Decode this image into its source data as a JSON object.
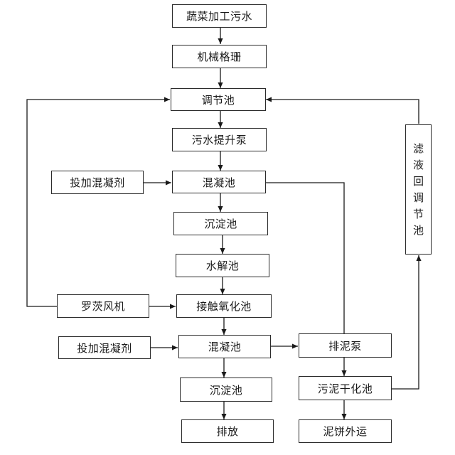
{
  "nodes": {
    "wastewater": "蔬菜加工污水",
    "screen": "机械格珊",
    "equalization": "调节池",
    "lift_pump": "污水提升泵",
    "coag1": "混凝池",
    "sed1": "沉淀池",
    "hydrolysis": "水解池",
    "contact_ox": "接触氧化池",
    "coag2": "混凝池",
    "sed2": "沉淀池",
    "discharge": "排放",
    "dosing1": "投加混凝剂",
    "blower": "罗茨风机",
    "dosing2": "投加混凝剂",
    "sludge_pump": "排泥泵",
    "sludge_dry": "污泥干化池",
    "cake_out": "泥饼外运",
    "filtrate_return": [
      "滤",
      "液",
      "回",
      "调",
      "节",
      "池"
    ]
  }
}
